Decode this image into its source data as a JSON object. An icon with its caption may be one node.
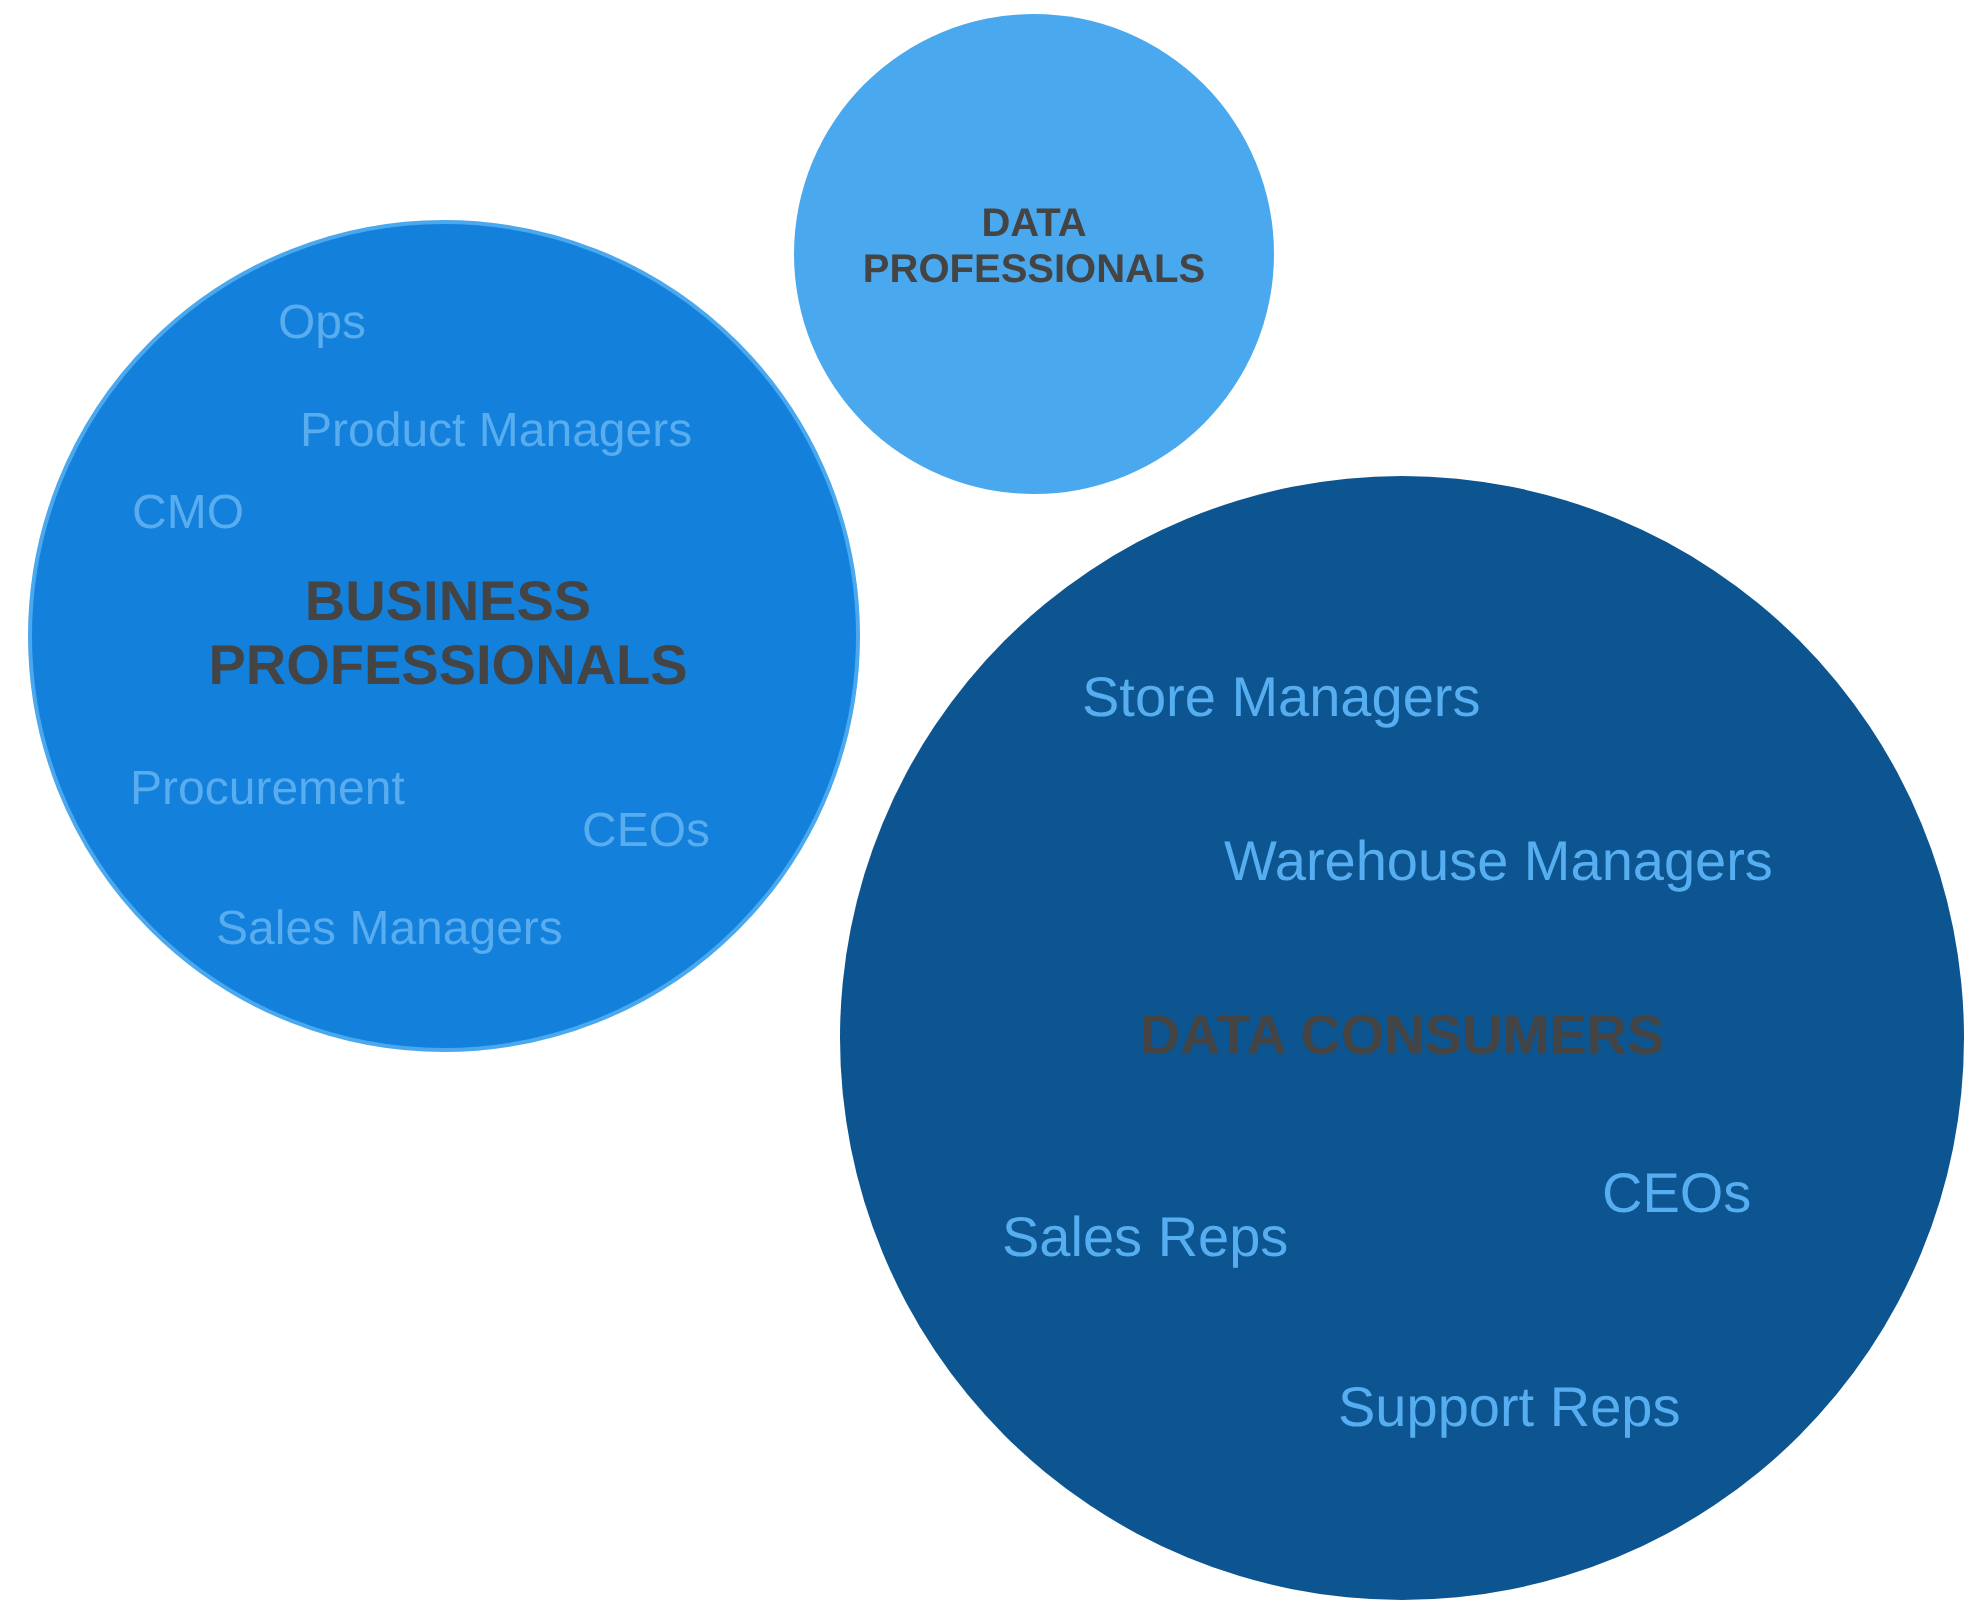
{
  "diagram": {
    "nodes": [
      {
        "text": [
          "DATA PROFESSIONALS"
        ]
      },
      {
        "text": [
          "Ops",
          "Product Managers",
          "CMO",
          "BUSINESS PROFESSIONALS",
          "Procurement",
          "CEOs",
          "Sales Managers"
        ]
      },
      {
        "text": [
          "Store Managers",
          "Warehouse Managers",
          "DATA CONSUMERS",
          "CEOs",
          "Sales Reps",
          "Support Reps"
        ]
      }
    ]
  }
}
